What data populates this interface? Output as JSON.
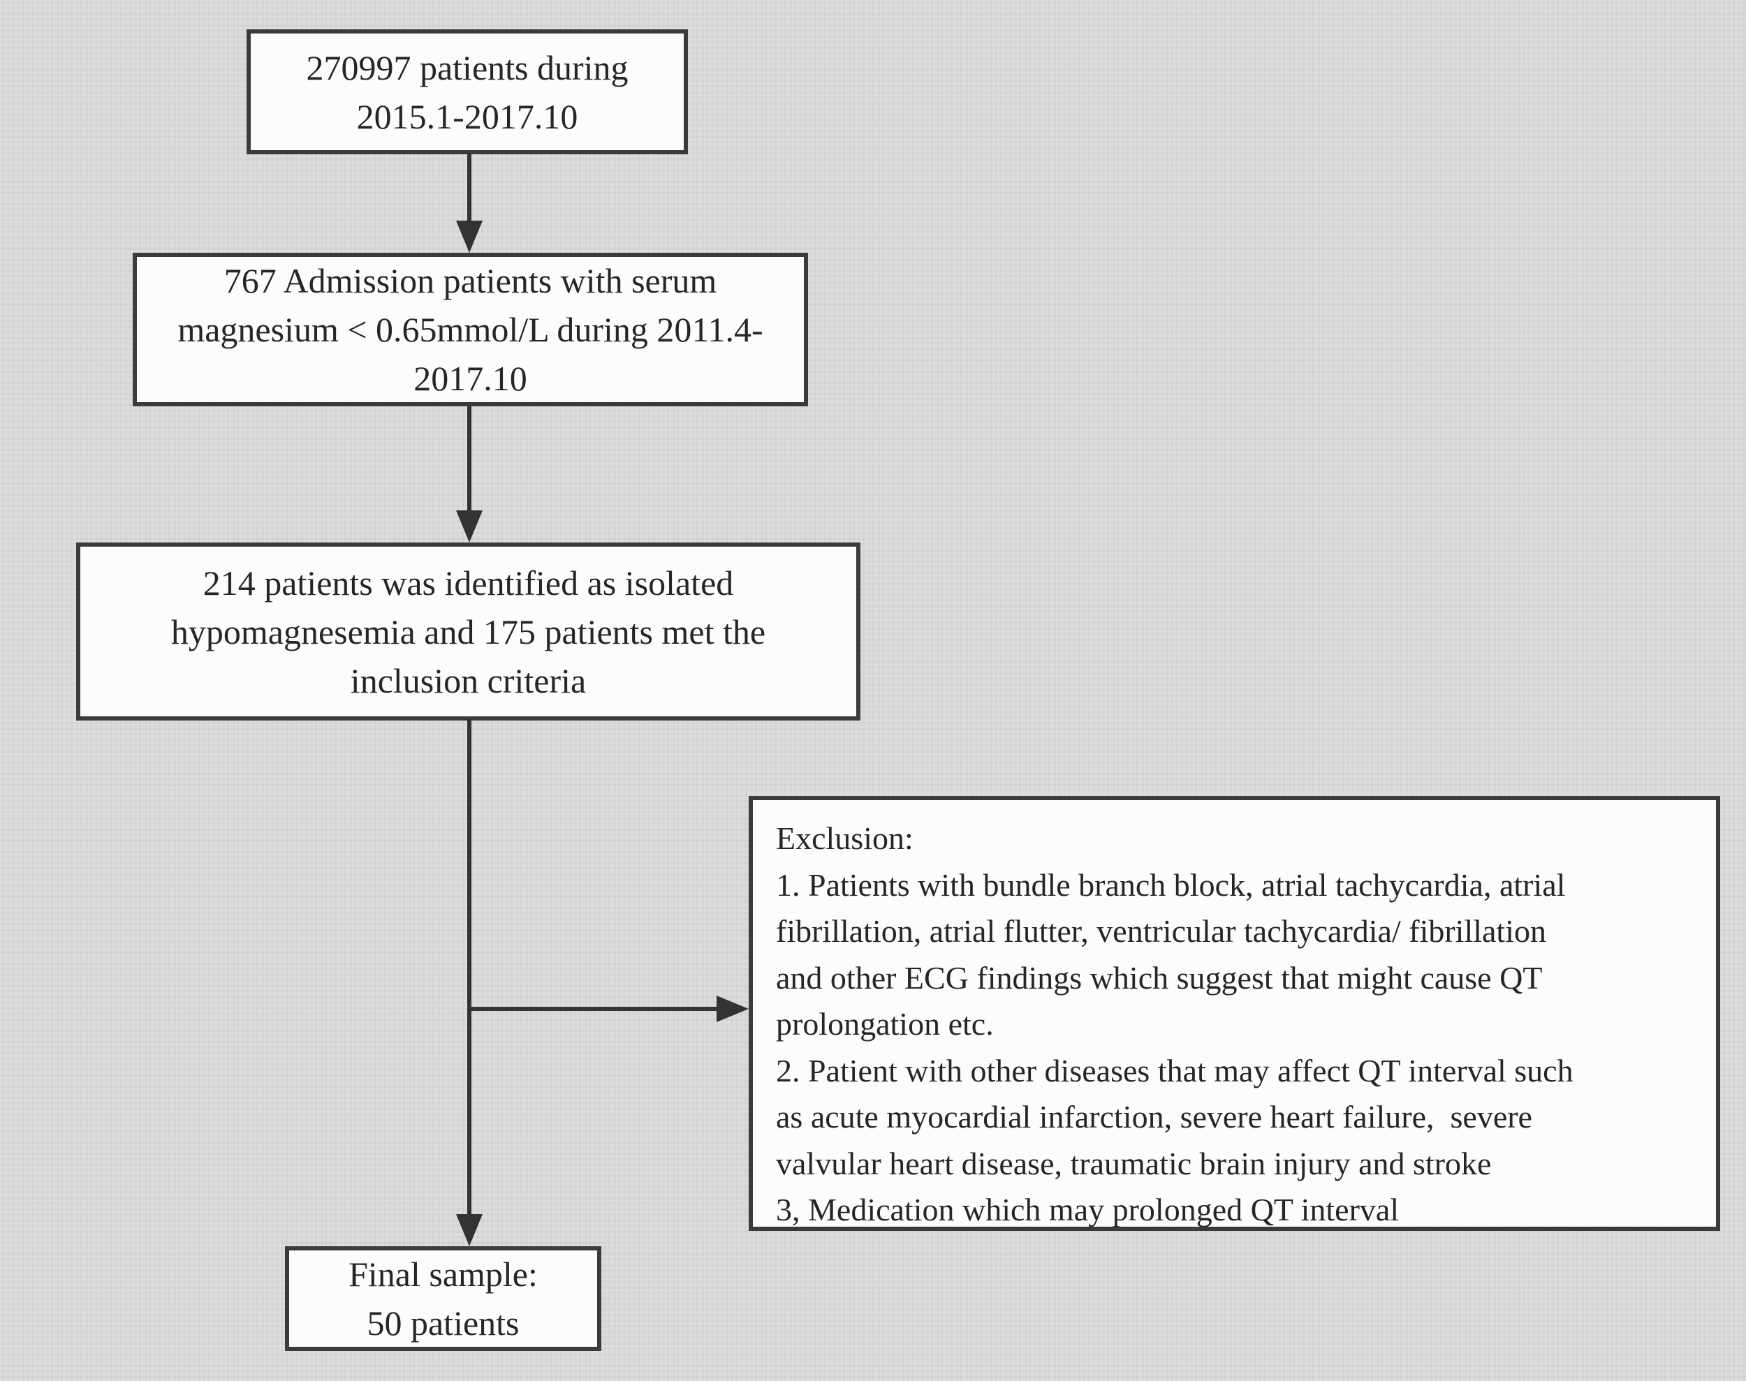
{
  "diagram": {
    "type": "patient-selection-flowchart",
    "boxes": {
      "total_patients": {
        "lines": [
          "270997 patients during",
          "2015.1-2017.10"
        ]
      },
      "admission": {
        "lines": [
          "767 Admission patients with serum",
          "magnesium < 0.65mmol/L during 2011.4-",
          "2017.10"
        ]
      },
      "identified": {
        "lines": [
          "214 patients was identified as isolated",
          "hypomagnesemia and 175 patients met the",
          "inclusion criteria"
        ]
      },
      "exclusion": {
        "lines": [
          "Exclusion:",
          "1. Patients with bundle branch block, atrial tachycardia, atrial",
          "fibrillation, atrial flutter, ventricular tachycardia/ fibrillation",
          "and other ECG findings which suggest that might cause QT",
          "prolongation etc.",
          "2. Patient with other diseases that may affect QT interval such",
          "as acute myocardial infarction, severe heart failure,  severe",
          "valvular heart disease, traumatic brain injury and stroke",
          "3, Medication which may prolonged QT interval"
        ]
      },
      "final_sample": {
        "lines": [
          "Final sample:",
          "50 patients"
        ]
      }
    },
    "colors": {
      "page_background": "#dadada",
      "box_fill": "#fcfcfc",
      "box_border": "#3b3b3b",
      "arrow": "#333333",
      "text": "#262626"
    }
  }
}
